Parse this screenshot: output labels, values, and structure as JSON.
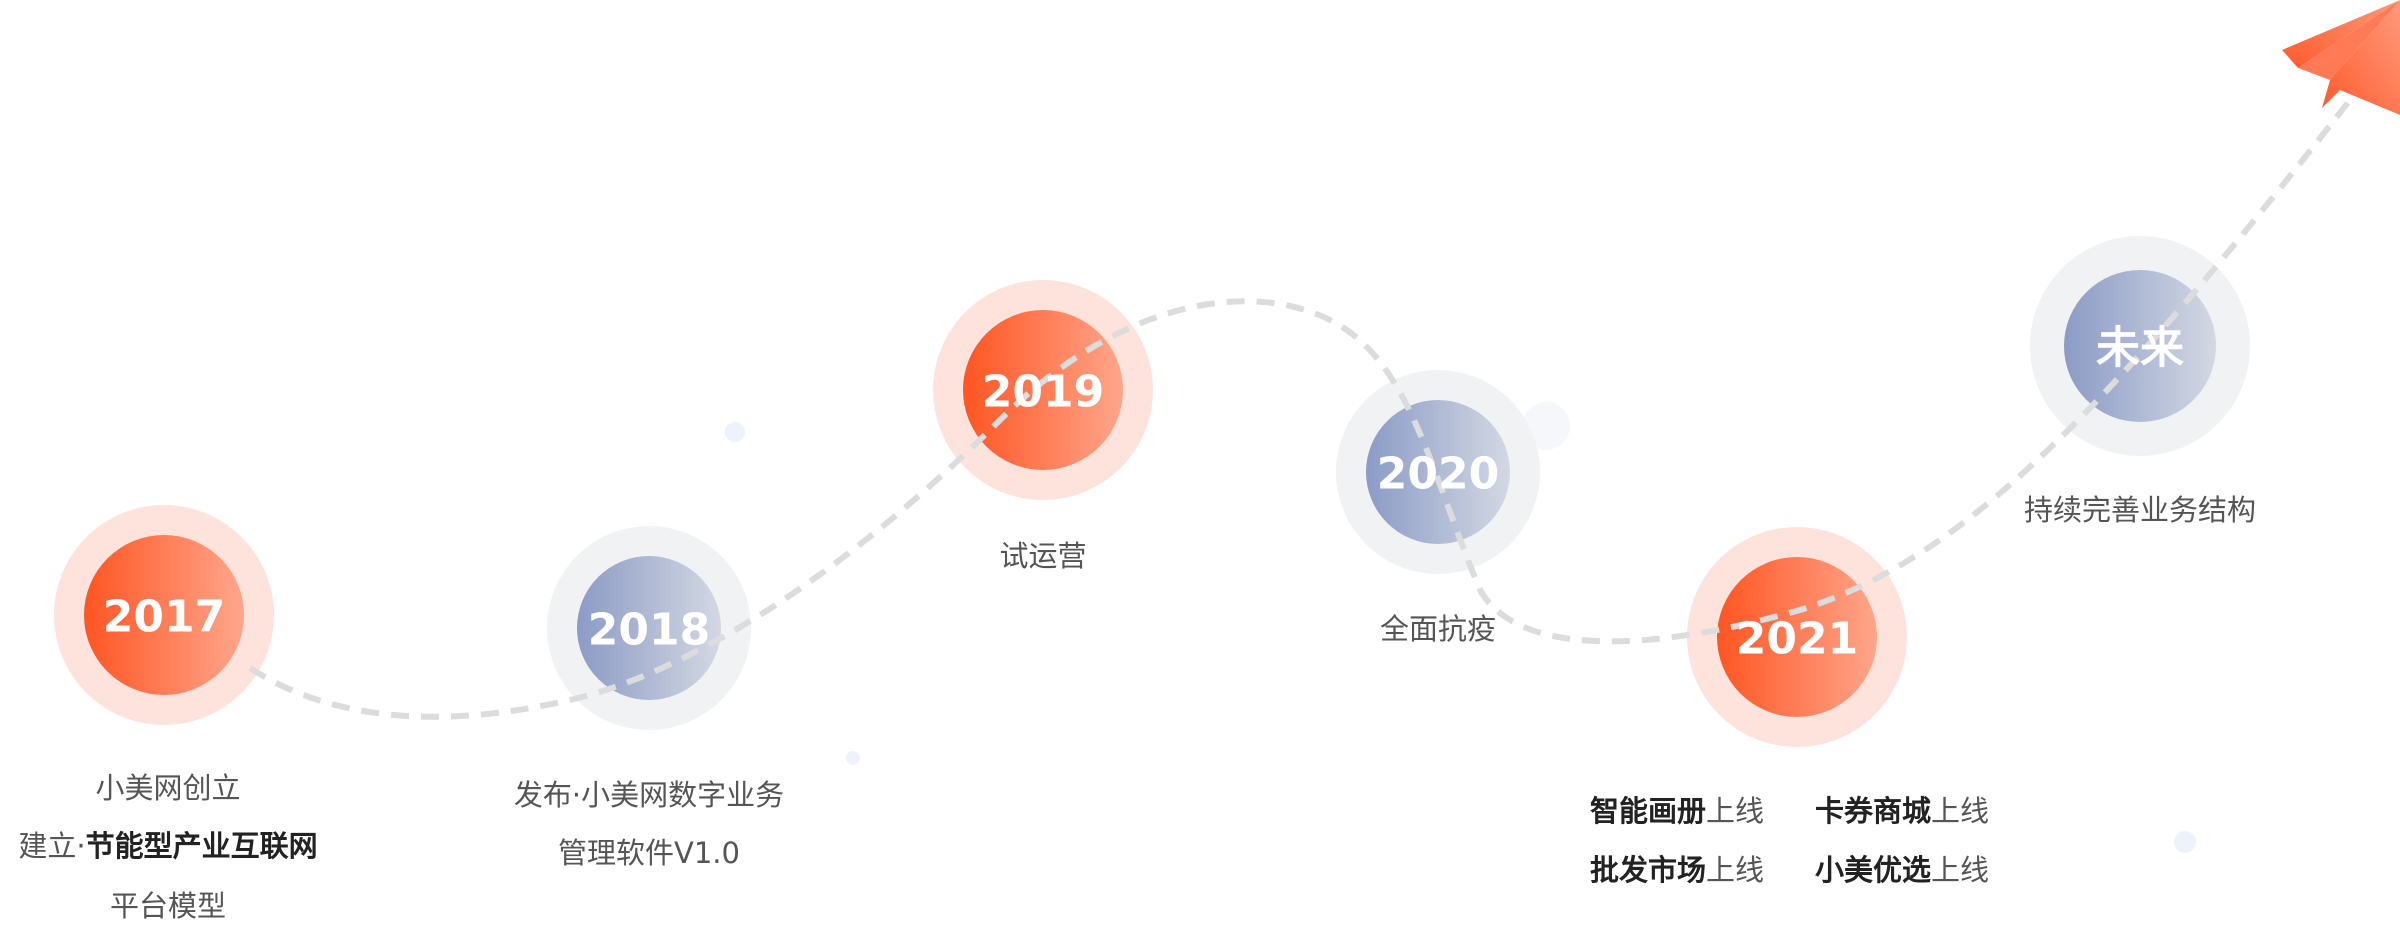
{
  "colors": {
    "accent": "#ff5a2c",
    "muted": "#8e9cc4",
    "path": "#dcdcdc"
  },
  "milestones": [
    {
      "year": "2017",
      "lines": [
        {
          "normal": "小美网创立"
        },
        {
          "normal": "建立·",
          "bold": "节能型产业互联网"
        },
        {
          "normal": "平台模型"
        }
      ]
    },
    {
      "year": "2018",
      "lines": [
        {
          "normal": "发布·小美网数字业务"
        },
        {
          "normal": "管理软件V1.0"
        }
      ]
    },
    {
      "year": "2019",
      "lines": [
        {
          "normal": "试运营"
        }
      ]
    },
    {
      "year": "2020",
      "lines": [
        {
          "normal": "全面抗疫"
        }
      ]
    },
    {
      "year": "2021",
      "items": [
        {
          "bold": "智能画册",
          "normal": "上线"
        },
        {
          "bold": "卡券商城",
          "normal": "上线"
        },
        {
          "bold": "批发市场",
          "normal": "上线"
        },
        {
          "bold": "小美优选",
          "normal": "上线"
        }
      ]
    },
    {
      "year": "未来",
      "lines": [
        {
          "normal": "持续完善业务结构"
        }
      ]
    }
  ],
  "icons": {
    "end": "paper-plane-icon"
  }
}
